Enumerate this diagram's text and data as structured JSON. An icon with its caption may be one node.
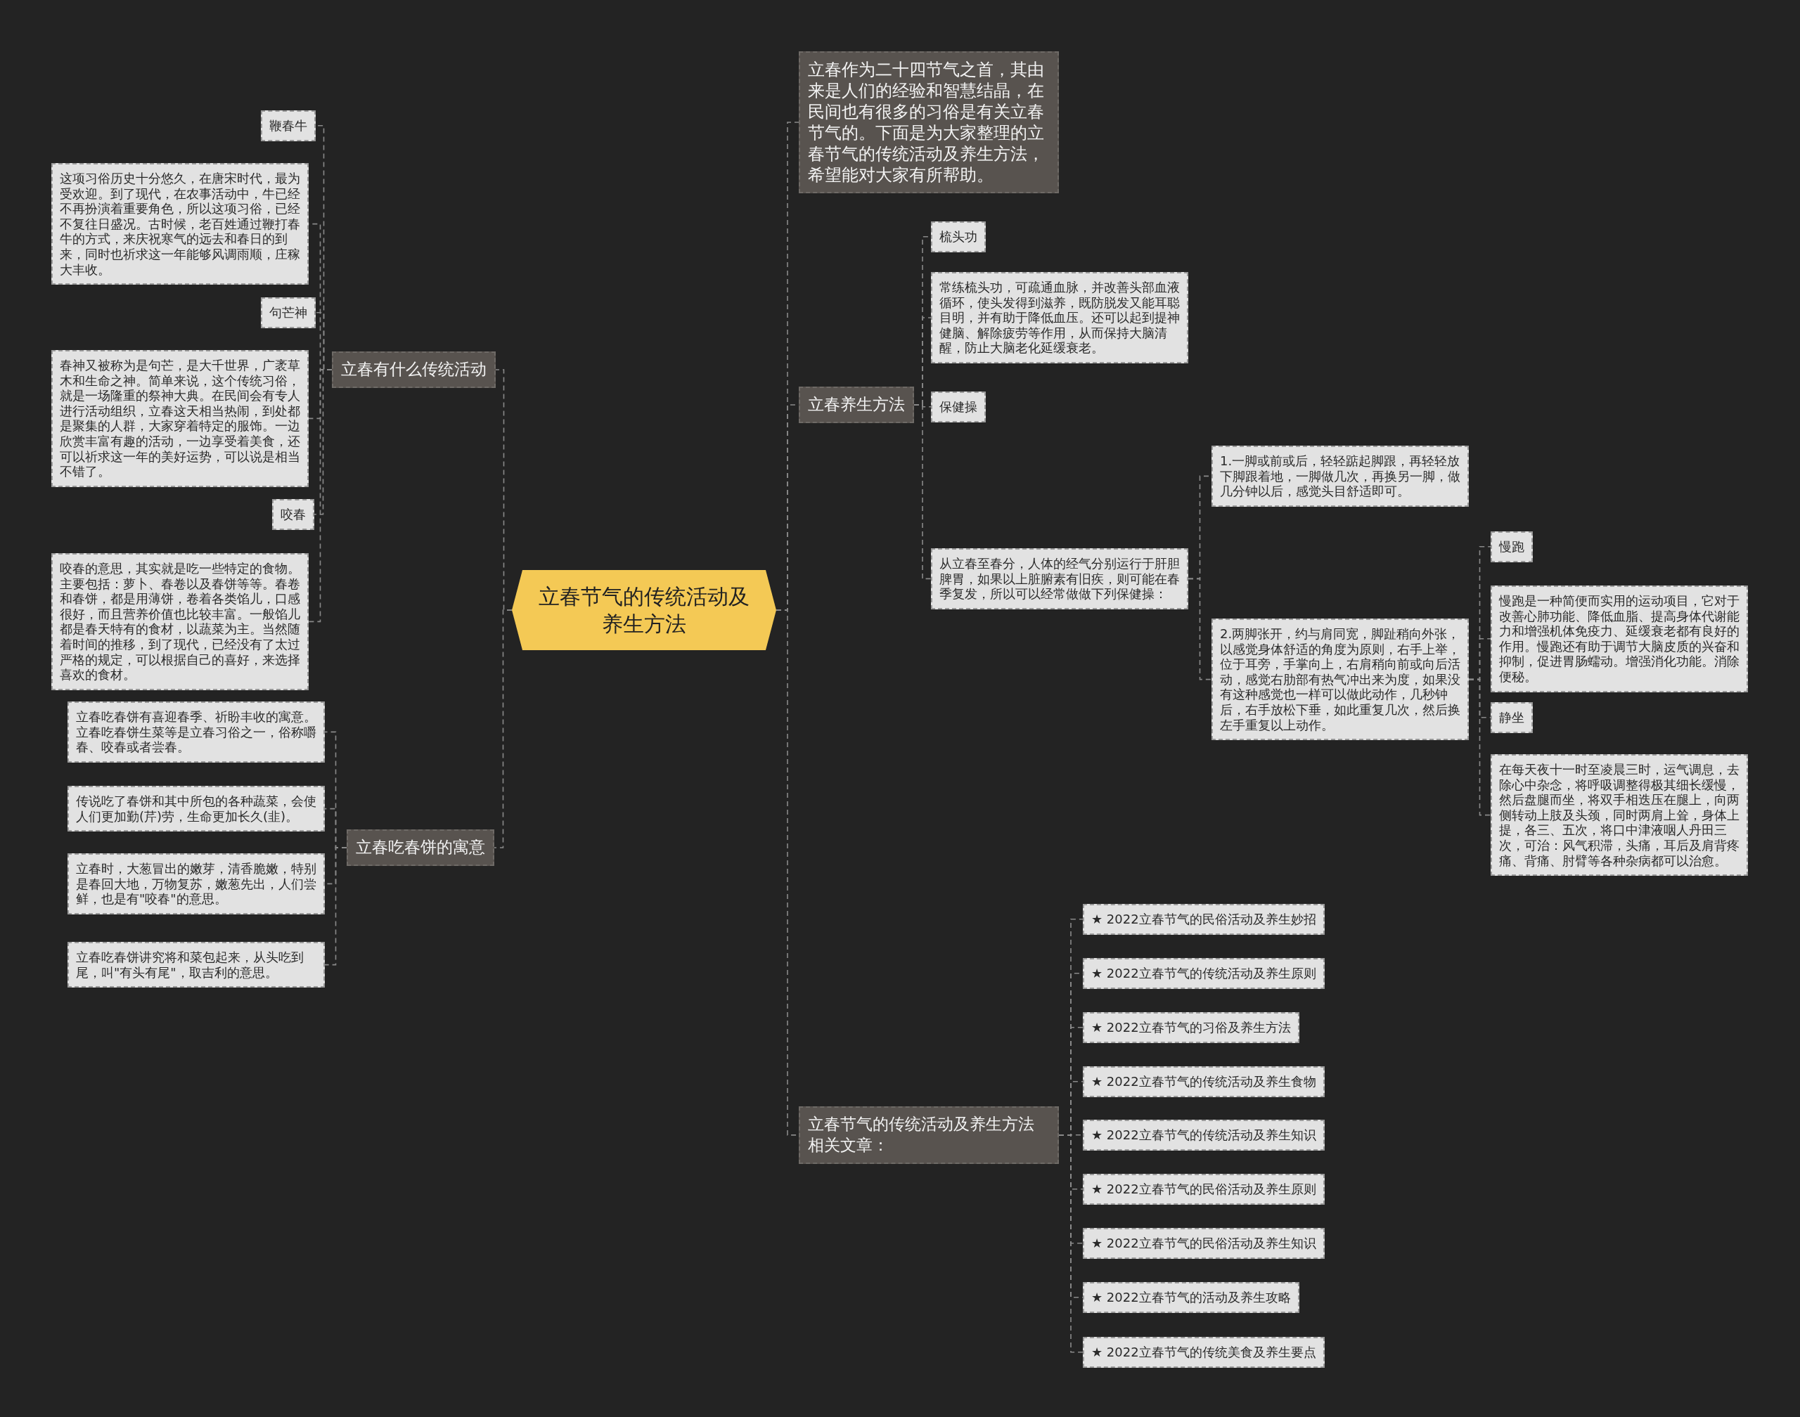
{
  "diagram": {
    "nodes": [
      {
        "text": [
          "立春节气的传统活动及养生方法"
        ]
      },
      {
        "text": [
          "立春有什么传统活动"
        ]
      },
      {
        "text": [
          "鞭春牛"
        ]
      },
      {
        "text": [
          "这项习俗历史十分悠久，在唐宋时代，最为受欢迎。到了现代，在农事活动中，牛已经不再扮演着重要角色，所以这项习俗，已经不复往日盛况。古时候，老百姓通过鞭打春牛的方式，来庆祝寒气的远去和春日的到来，同时也祈求这一年能够风调雨顺，庄稼大丰收。"
        ]
      },
      {
        "text": [
          "句芒神"
        ]
      },
      {
        "text": [
          "春神又被称为是句芒，是大千世界，广袤草木和生命之神。简单来说，这个传统习俗，就是一场隆重的祭神大典。在民间会有专人进行活动组织，立春这天相当热闹，到处都是聚集的人群，大家穿着特定的服饰。一边欣赏丰富有趣的活动，一边享受着美食，还可以祈求这一年的美好运势，可以说是相当不错了。"
        ]
      },
      {
        "text": [
          "咬春"
        ]
      },
      {
        "text": [
          "咬春的意思，其实就是吃一些特定的食物。主要包括：萝卜、春卷以及春饼等等。春卷和春饼，都是用薄饼，卷着各类馅儿，口感很好，而且营养价值也比较丰富。一般馅儿都是春天特有的食材，以蔬菜为主。当然随着时间的推移，到了现代，已经没有了太过严格的规定，可以根据自己的喜好，来选择喜欢的食材。"
        ]
      },
      {
        "text": [
          "立春吃春饼的寓意"
        ]
      },
      {
        "text": [
          "立春吃春饼有喜迎春季、祈盼丰收的寓意。立春吃春饼生菜等是立春习俗之一，俗称嚼春、咬春或者尝春。"
        ]
      },
      {
        "text": [
          "传说吃了春饼和其中所包的各种蔬菜，会使人们更加勤(芹)劳，生命更加长久(韭)。"
        ]
      },
      {
        "text": [
          "立春时，大葱冒出的嫩芽，清香脆嫩，特别是春回大地，万物复苏，嫩葱先出，人们尝鲜，也是有\"咬春\"的意思。"
        ]
      },
      {
        "text": [
          "立春吃春饼讲究将和菜包起来，从头吃到尾，叫\"有头有尾\"，取吉利的意思。"
        ]
      },
      {
        "text": [
          "立春作为二十四节气之首，其由来是人们的经验和智慧结晶，在民间也有很多的习俗是有关立春节气的。下面是为大家整理的立春节气的传统活动及养生方法，希望能对大家有所帮助。"
        ]
      },
      {
        "text": [
          "立春养生方法"
        ]
      },
      {
        "text": [
          "梳头功"
        ]
      },
      {
        "text": [
          "常练梳头功，可疏通血脉，并改善头部血液循环，使头发得到滋养，既防脱发又能耳聪目明，并有助于降低血压。还可以起到提神健脑、解除疲劳等作用，从而保持大脑清醒，防止大脑老化延缓衰老。"
        ]
      },
      {
        "text": [
          "保健操"
        ]
      },
      {
        "text": [
          "从立春至春分，人体的经气分别运行于肝胆脾胃，如果以上脏腑素有旧疾，则可能在春季复发，所以可以经常做做下列保健操："
        ]
      },
      {
        "text": [
          "1.一脚或前或后，轻轻踮起脚跟，再轻轻放下脚跟着地，一脚做几次，再换另一脚，做几分钟以后，感觉头目舒适即可。"
        ]
      },
      {
        "text": [
          "2.两脚张开，约与肩同宽，脚趾稍向外张，以感觉身体舒适的角度为原则，右手上举，位于耳旁，手掌向上，右肩稍向前或向后活动，感觉右肋部有热气冲出来为度，如果没有这种感觉也一样可以做此动作，几秒钟后，右手放松下垂，如此重复几次，然后换左手重复以上动作。"
        ]
      },
      {
        "text": [
          "慢跑"
        ]
      },
      {
        "text": [
          "慢跑是一种简便而实用的运动项目，它对于改善心肺功能、降低血脂、提高身体代谢能力和增强机体免疫力、延缓衰老都有良好的作用。慢跑还有助于调节大脑皮质的兴奋和抑制，促进胃肠蠕动。增强消化功能。消除便秘。"
        ]
      },
      {
        "text": [
          "静坐"
        ]
      },
      {
        "text": [
          "在每天夜十一时至凌晨三时，运气调息，去除心中杂念，将呼吸调整得极其细长缓慢，然后盘腿而坐，将双手相迭压在腿上，向两侧转动上肢及头颈，同时两肩上耸，身体上提，各三、五次，将口中津液咽人丹田三次，可治：风气积滞，头痛，耳后及肩背疼痛、背痛、肘臂等各种杂病都可以治愈。"
        ]
      },
      {
        "text": [
          "立春节气的传统活动及养生方法相关文章："
        ]
      },
      {
        "text": [
          "★ 2022立春节气的民俗活动及养生妙招"
        ]
      },
      {
        "text": [
          "★ 2022立春节气的传统活动及养生原则"
        ]
      },
      {
        "text": [
          "★ 2022立春节气的习俗及养生方法"
        ]
      },
      {
        "text": [
          "★ 2022立春节气的传统活动及养生食物"
        ]
      },
      {
        "text": [
          "★ 2022立春节气的传统活动及养生知识"
        ]
      },
      {
        "text": [
          "★ 2022立春节气的民俗活动及养生原则"
        ]
      },
      {
        "text": [
          "★ 2022立春节气的民俗活动及养生知识"
        ]
      },
      {
        "text": [
          "★ 2022立春节气的活动及养生攻略"
        ]
      },
      {
        "text": [
          "★ 2022立春节气的传统美食及养生要点"
        ]
      }
    ],
    "edges": [
      {
        "from": 0,
        "to": 1,
        "arrow": "none",
        "style": "dashed"
      },
      {
        "from": 0,
        "to": 8,
        "arrow": "none",
        "style": "dashed"
      },
      {
        "from": 0,
        "to": 13,
        "arrow": "none",
        "style": "dashed"
      },
      {
        "from": 0,
        "to": 14,
        "arrow": "none",
        "style": "dashed"
      },
      {
        "from": 0,
        "to": 25,
        "arrow": "none",
        "style": "dashed"
      },
      {
        "from": 1,
        "to": 2,
        "arrow": "none",
        "style": "dashed"
      },
      {
        "from": 1,
        "to": 3,
        "arrow": "none",
        "style": "dashed"
      },
      {
        "from": 1,
        "to": 4,
        "arrow": "none",
        "style": "dashed"
      },
      {
        "from": 1,
        "to": 5,
        "arrow": "none",
        "style": "dashed"
      },
      {
        "from": 1,
        "to": 6,
        "arrow": "none",
        "style": "dashed"
      },
      {
        "from": 1,
        "to": 7,
        "arrow": "none",
        "style": "dashed"
      },
      {
        "from": 8,
        "to": 9,
        "arrow": "none",
        "style": "dashed"
      },
      {
        "from": 8,
        "to": 10,
        "arrow": "none",
        "style": "dashed"
      },
      {
        "from": 8,
        "to": 11,
        "arrow": "none",
        "style": "dashed"
      },
      {
        "from": 8,
        "to": 12,
        "arrow": "none",
        "style": "dashed"
      },
      {
        "from": 14,
        "to": 15,
        "arrow": "none",
        "style": "dashed"
      },
      {
        "from": 14,
        "to": 16,
        "arrow": "none",
        "style": "dashed"
      },
      {
        "from": 14,
        "to": 17,
        "arrow": "none",
        "style": "dashed"
      },
      {
        "from": 14,
        "to": 18,
        "arrow": "none",
        "style": "dashed"
      },
      {
        "from": 18,
        "to": 19,
        "arrow": "none",
        "style": "dashed"
      },
      {
        "from": 18,
        "to": 20,
        "arrow": "none",
        "style": "dashed"
      },
      {
        "from": 20,
        "to": 21,
        "arrow": "none",
        "style": "dashed"
      },
      {
        "from": 20,
        "to": 22,
        "arrow": "none",
        "style": "dashed"
      },
      {
        "from": 20,
        "to": 23,
        "arrow": "none",
        "style": "dashed"
      },
      {
        "from": 20,
        "to": 24,
        "arrow": "none",
        "style": "dashed"
      },
      {
        "from": 25,
        "to": 26,
        "arrow": "none",
        "style": "dashed"
      },
      {
        "from": 25,
        "to": 27,
        "arrow": "none",
        "style": "dashed"
      },
      {
        "from": 25,
        "to": 28,
        "arrow": "none",
        "style": "dashed"
      },
      {
        "from": 25,
        "to": 29,
        "arrow": "none",
        "style": "dashed"
      },
      {
        "from": 25,
        "to": 30,
        "arrow": "none",
        "style": "dashed"
      },
      {
        "from": 25,
        "to": 31,
        "arrow": "none",
        "style": "dashed"
      },
      {
        "from": 25,
        "to": 32,
        "arrow": "none",
        "style": "dashed"
      },
      {
        "from": 25,
        "to": 33,
        "arrow": "none",
        "style": "dashed"
      },
      {
        "from": 25,
        "to": 34,
        "arrow": "none",
        "style": "dashed"
      }
    ]
  }
}
